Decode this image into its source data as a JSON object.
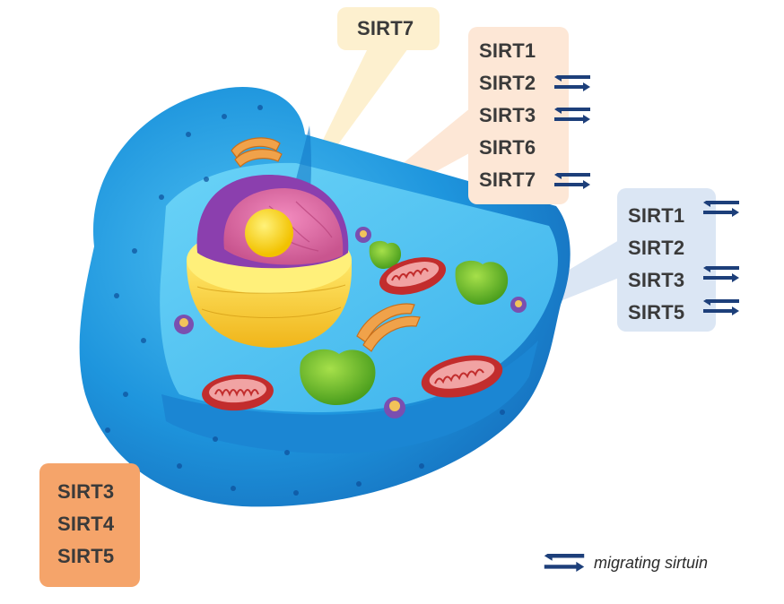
{
  "colors": {
    "nucleus_box": "#fde7d6",
    "nucleolus_box": "#fdf0cf",
    "cytoplasm_box": "#dbe6f4",
    "mitochondria_box": "#f5a46a",
    "arrow": "#1d3f7a",
    "cell_blue": "#2aa3e6"
  },
  "labels": {
    "nucleolus": {
      "items": [
        "SIRT7"
      ]
    },
    "nucleus": {
      "items": [
        "SIRT1",
        "SIRT2",
        "SIRT3",
        "SIRT6",
        "SIRT7"
      ],
      "migrating": [
        false,
        true,
        true,
        false,
        true
      ]
    },
    "cytoplasm": {
      "items": [
        "SIRT1",
        "SIRT2",
        "SIRT3",
        "SIRT5"
      ],
      "migrating": [
        true,
        false,
        true,
        true
      ]
    },
    "mitochondria": {
      "items": [
        "SIRT3",
        "SIRT4",
        "SIRT5"
      ]
    }
  },
  "legend": {
    "icon": "double-arrow-icon",
    "text": "migrating sirtuin"
  }
}
